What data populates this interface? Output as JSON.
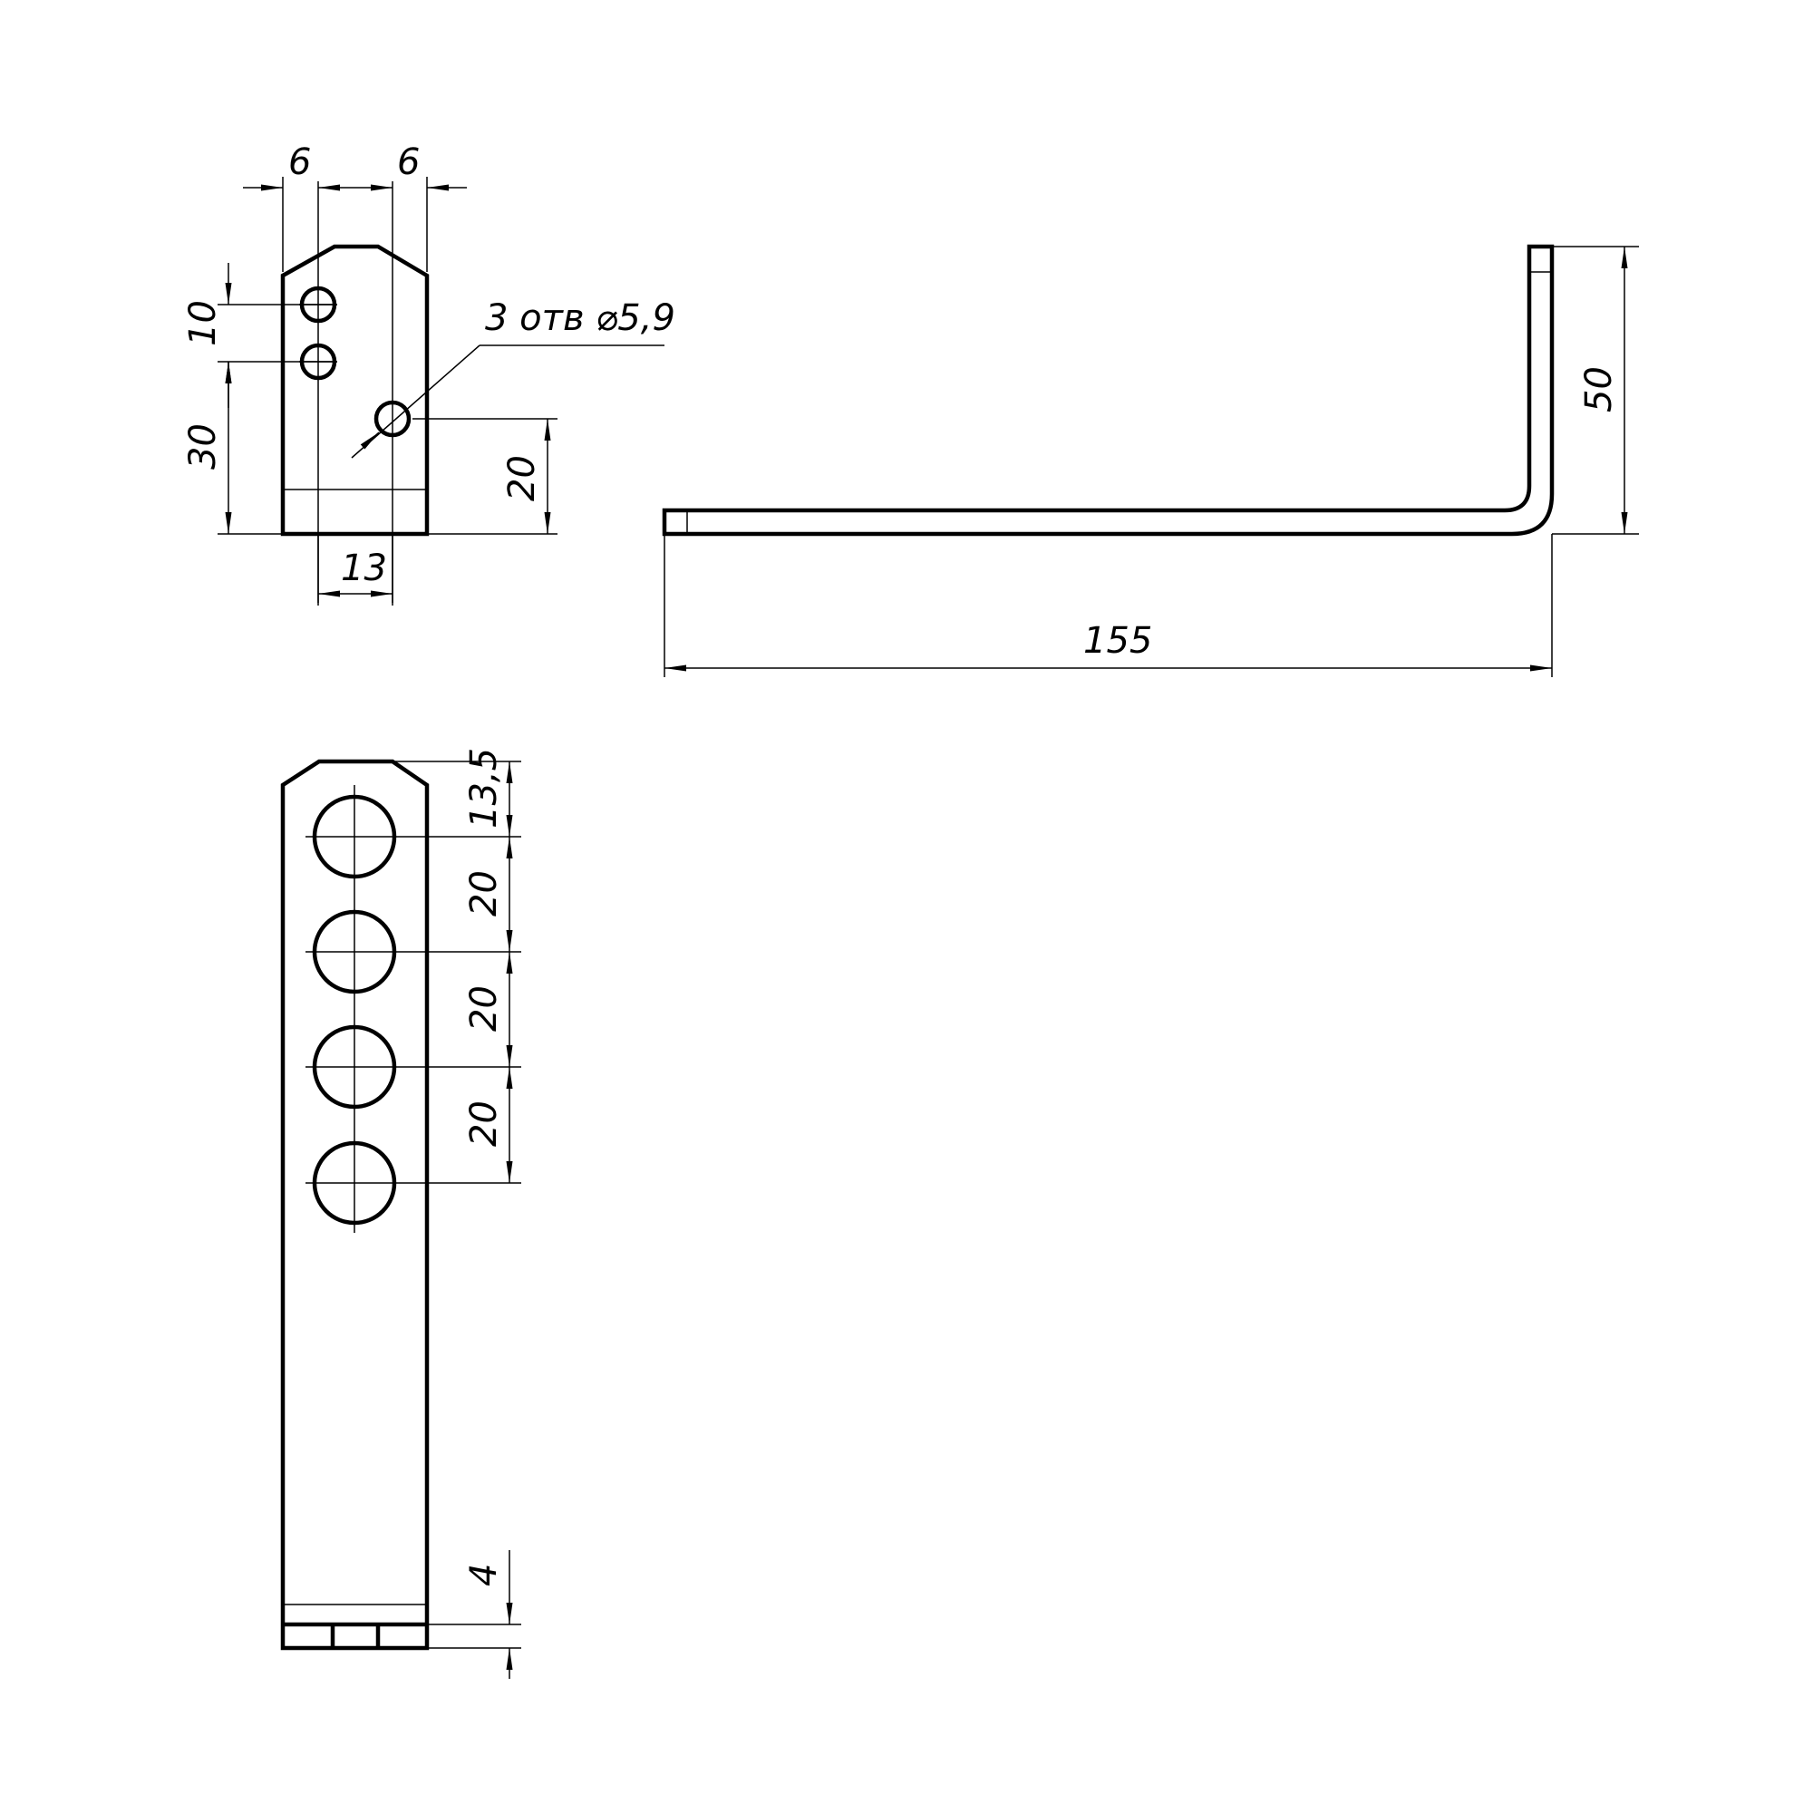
{
  "views": {
    "top_left": {
      "dim_left_offset": "6",
      "dim_right_offset": "6",
      "dim_hole_pitch": "10",
      "dim_hole_height": "30",
      "dim_right_hole_height": "20",
      "dim_hole_spacing": "13",
      "callout_holes": "3 отв ⌀5,9"
    },
    "side": {
      "dim_height": "50",
      "dim_length": "155"
    },
    "bottom": {
      "dim_top_offset": "13,5",
      "dim_pitch_1": "20",
      "dim_pitch_2": "20",
      "dim_pitch_3": "20",
      "dim_thickness": "4"
    }
  },
  "colors": {
    "line": "#000000",
    "background": "#ffffff"
  }
}
